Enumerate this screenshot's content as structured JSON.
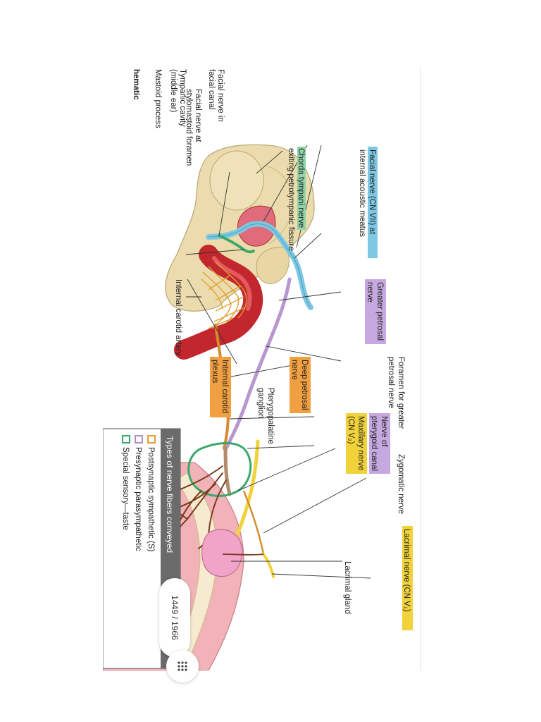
{
  "viewer": {
    "page_counter": "1449 / 1966",
    "grid_button_icon": "grid-dots-icon"
  },
  "figure": {
    "section_heading": "hematic",
    "labels": {
      "facial_in_canal_1": "Facial nerve in",
      "facial_in_canal_2": "facial canal",
      "tympanic_1": "Tympanic cavity",
      "tympanic_2": "(middle ear)",
      "mastoid": "Mastoid process",
      "stylomastoid_1": "Facial nerve at",
      "stylomastoid_2": "stylomastoid foramen",
      "facial_cn7_1": "Facial nerve (CN VII) at",
      "facial_cn7_2": "internal acoustic meatus",
      "chorda_1": "Chorda tympani nerve",
      "chorda_2": "exiting petrotympanic fissure",
      "greater_petrosal_1": "Greater petrosal",
      "greater_petrosal_2": "nerve",
      "internal_carotid": "Internal carotid artery",
      "foramen_1": "Foramen for greater",
      "foramen_2": "petrosal nerve",
      "deep_petrosal_1": "Deep petrosal",
      "deep_petrosal_2": "nerve",
      "carotid_plexus_1": "Internal carotid",
      "carotid_plexus_2": "plexus",
      "ptery_ganglion_1": "Pterygopalatine",
      "ptery_ganglion_2": "ganglion",
      "ptery_canal_1": "Nerve of",
      "ptery_canal_2": "pterygoid canal",
      "maxillary_1": "Maxillary nerve",
      "maxillary_2": "(CN V₂)",
      "zygomatic": "Zygomatic nerve",
      "lacrimal_nerve": "Lacrimal nerve (CN V₁)",
      "lacrimal_gland": "Lacrimal gland"
    },
    "legend": {
      "title": "Types of nerve fibers conveyed",
      "items": [
        {
          "label": "Postsynaptic sympathetic (S)",
          "color": "#e89a3c"
        },
        {
          "label": "Presynaptic parasympathetic",
          "color": "#b48ac8"
        },
        {
          "label": "Special sensory—taste",
          "color": "#3aa86b"
        }
      ]
    },
    "colors": {
      "facial_nerve": "#7ec8e3",
      "greater_petrosal": "#b896d0",
      "sympathetic": "#d68a2e",
      "maxillary": "#f1d23a",
      "chorda": "#3aa86b",
      "artery": "#c1272d",
      "bone": "#ecdcad",
      "mucosa": "#f1b3b8"
    }
  }
}
